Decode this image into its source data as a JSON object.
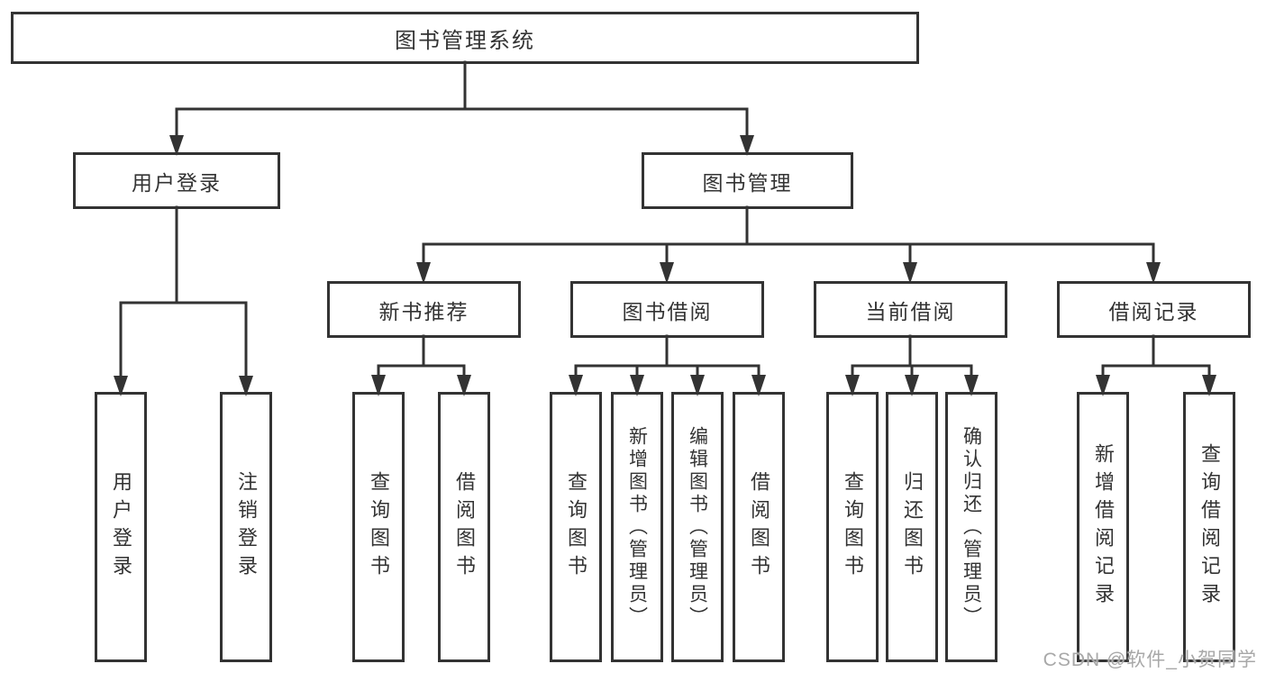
{
  "diagram": {
    "root": {
      "label": "图书管理系统"
    },
    "branches": [
      {
        "label": "用户登录",
        "leaves": [
          {
            "label": "用户登录"
          },
          {
            "label": "注销登录"
          }
        ]
      },
      {
        "label": "图书管理",
        "groups": [
          {
            "label": "新书推荐",
            "leaves": [
              {
                "label": "查询图书"
              },
              {
                "label": "借阅图书"
              }
            ]
          },
          {
            "label": "图书借阅",
            "leaves": [
              {
                "label": "查询图书"
              },
              {
                "label": "新增图书（管理员）"
              },
              {
                "label": "编辑图书（管理员）"
              },
              {
                "label": "借阅图书"
              }
            ]
          },
          {
            "label": "当前借阅",
            "leaves": [
              {
                "label": "查询图书"
              },
              {
                "label": "归还图书"
              },
              {
                "label": "确认归还（管理员）"
              }
            ]
          },
          {
            "label": "借阅记录",
            "leaves": [
              {
                "label": "新增借阅记录"
              },
              {
                "label": "查询借阅记录"
              }
            ]
          }
        ]
      }
    ]
  },
  "colors": {
    "line": "#333333",
    "text": "#333333",
    "background": "#ffffff",
    "watermark": "#a8a8a8"
  },
  "watermark": {
    "text": "CSDN @软件_小贺同学"
  }
}
